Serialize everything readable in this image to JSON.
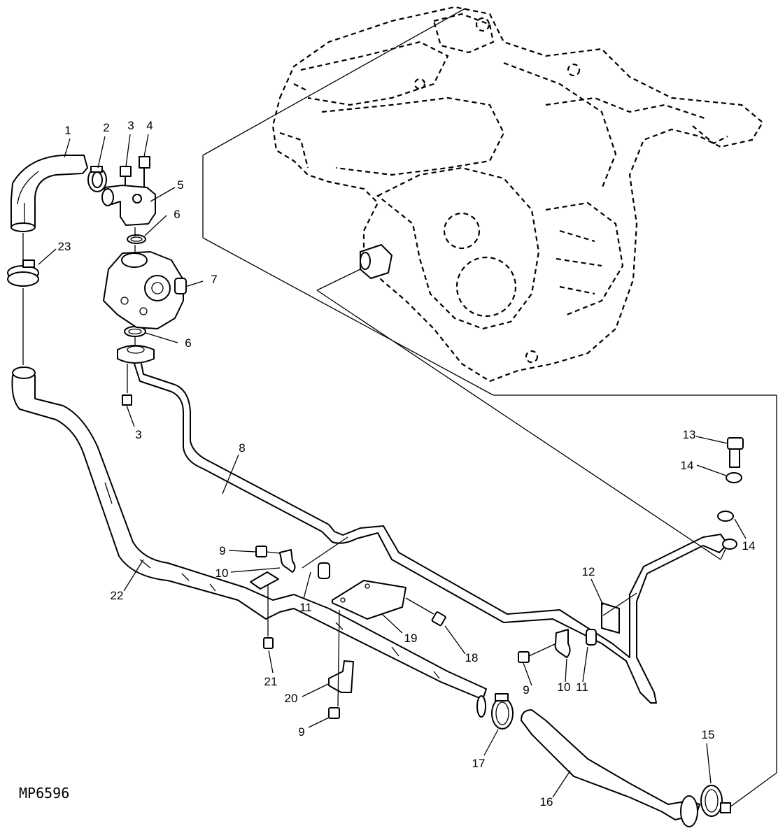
{
  "diagram_code": "MP6596",
  "callouts": [
    {
      "id": "c1",
      "label": "1"
    },
    {
      "id": "c2",
      "label": "2"
    },
    {
      "id": "c3a",
      "label": "3"
    },
    {
      "id": "c4",
      "label": "4"
    },
    {
      "id": "c5",
      "label": "5"
    },
    {
      "id": "c6a",
      "label": "6"
    },
    {
      "id": "c7",
      "label": "7"
    },
    {
      "id": "c6b",
      "label": "6"
    },
    {
      "id": "c3b",
      "label": "3"
    },
    {
      "id": "c8",
      "label": "8"
    },
    {
      "id": "c23",
      "label": "23"
    },
    {
      "id": "c9a",
      "label": "9"
    },
    {
      "id": "c10a",
      "label": "10"
    },
    {
      "id": "c11a",
      "label": "11"
    },
    {
      "id": "c22",
      "label": "22"
    },
    {
      "id": "c13",
      "label": "13"
    },
    {
      "id": "c14a",
      "label": "14"
    },
    {
      "id": "c14b",
      "label": "14"
    },
    {
      "id": "c12",
      "label": "12"
    },
    {
      "id": "c19",
      "label": "19"
    },
    {
      "id": "c18",
      "label": "18"
    },
    {
      "id": "c21",
      "label": "21"
    },
    {
      "id": "c20",
      "label": "20"
    },
    {
      "id": "c9b",
      "label": "9"
    },
    {
      "id": "c9c",
      "label": "9"
    },
    {
      "id": "c10b",
      "label": "10"
    },
    {
      "id": "c11b",
      "label": "11"
    },
    {
      "id": "c17",
      "label": "17"
    },
    {
      "id": "c15",
      "label": "15"
    },
    {
      "id": "c16",
      "label": "16"
    }
  ]
}
